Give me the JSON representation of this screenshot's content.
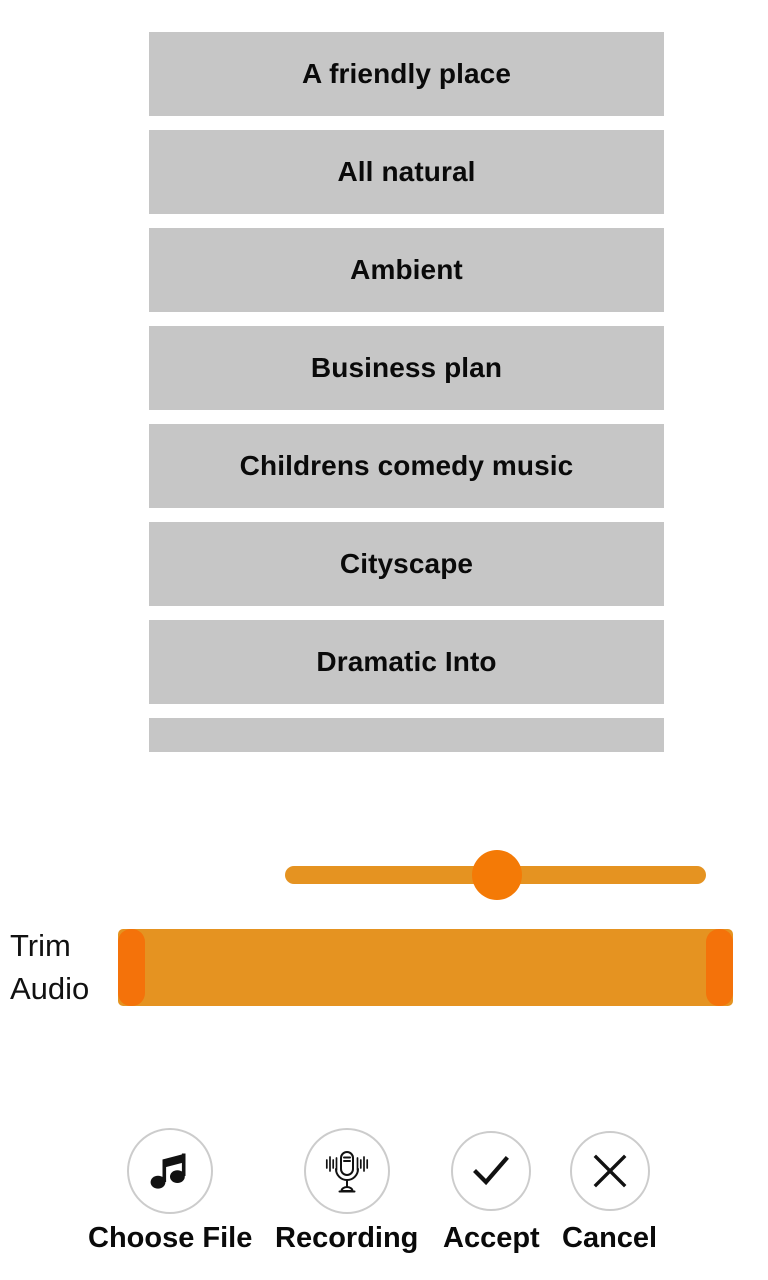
{
  "presets": {
    "items": [
      {
        "label": "A friendly place"
      },
      {
        "label": "All natural"
      },
      {
        "label": "Ambient"
      },
      {
        "label": "Business plan"
      },
      {
        "label": "Childrens comedy music"
      },
      {
        "label": "Cityscape"
      },
      {
        "label": "Dramatic Into"
      },
      {
        "label": ""
      }
    ],
    "item_background": "#c6c6c6"
  },
  "volume_slider": {
    "name": "volume-slider",
    "track_color": "#e59321",
    "thumb_color": "#f47a06",
    "value_percent": 50
  },
  "trim_audio": {
    "label": "Trim\nAudio",
    "bar_color": "#e59321",
    "handle_color": "#f4720a",
    "left_handle_percent": 0,
    "right_handle_percent": 100
  },
  "toolbar": {
    "buttons": [
      {
        "label": "Choose File",
        "icon": "music-note-icon"
      },
      {
        "label": "Recording",
        "icon": "microphone-icon"
      },
      {
        "label": "Accept",
        "icon": "check-icon"
      },
      {
        "label": "Cancel",
        "icon": "close-x-icon"
      }
    ],
    "circle_border_color": "#cccccc",
    "icon_color": "#111111"
  }
}
